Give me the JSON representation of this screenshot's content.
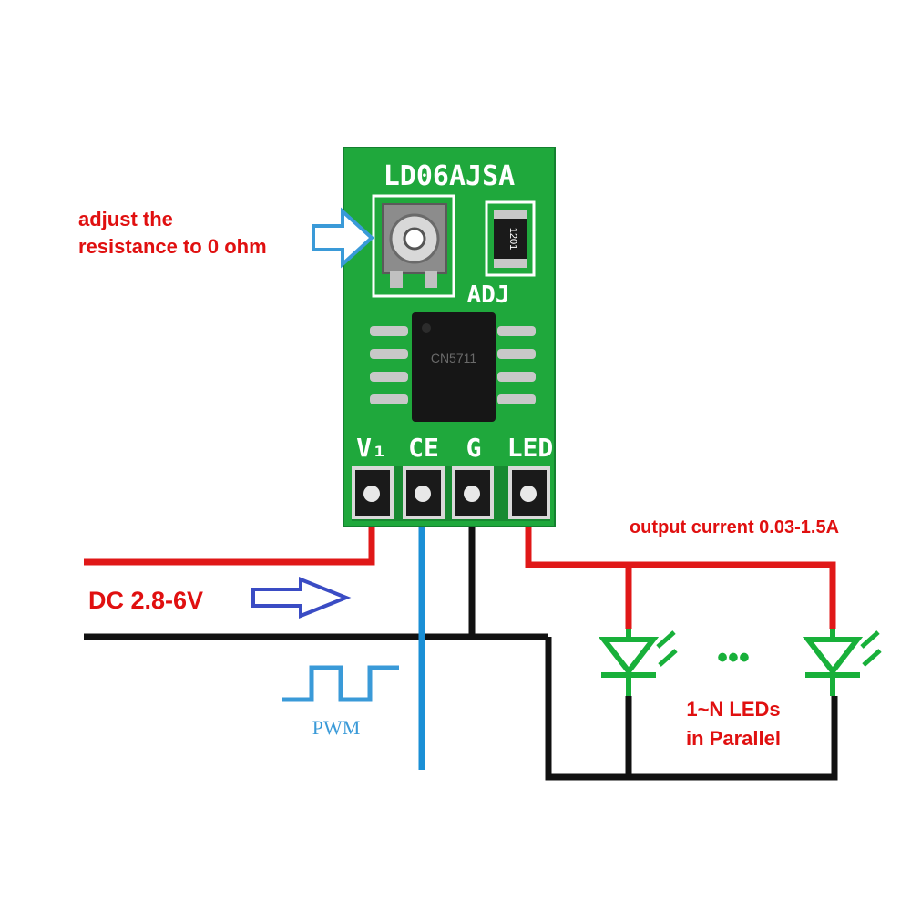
{
  "board": {
    "model": "LD06AJSA",
    "adj_label": "ADJ",
    "resistor_code": "1201",
    "chip_marking": "CN5711",
    "pins": [
      "V₁",
      "CE",
      "G",
      "LED"
    ]
  },
  "labels": {
    "adjust": [
      "adjust the",
      "resistance to 0 ohm"
    ],
    "input_voltage": "DC 2.8-6V",
    "pwm": "PWM",
    "output_current": "output current 0.03-1.5A",
    "leds": [
      "1~N LEDs",
      "in Parallel"
    ],
    "ellipsis": "•••"
  },
  "colors": {
    "pcb": "#1fa83c",
    "pcb_dark": "#178a31",
    "wire_positive": "#e01818",
    "wire_ground": "#111111",
    "wire_pwm": "#1a8fd6",
    "led_green": "#18b03a",
    "label_red": "#e01010",
    "arrow_blue": "#3a4cc4",
    "arrow_cyan": "#3a9ad8"
  },
  "icons": [
    "arrow-right-icon",
    "led-icon",
    "potentiometer-icon",
    "pwm-waveform-icon"
  ]
}
